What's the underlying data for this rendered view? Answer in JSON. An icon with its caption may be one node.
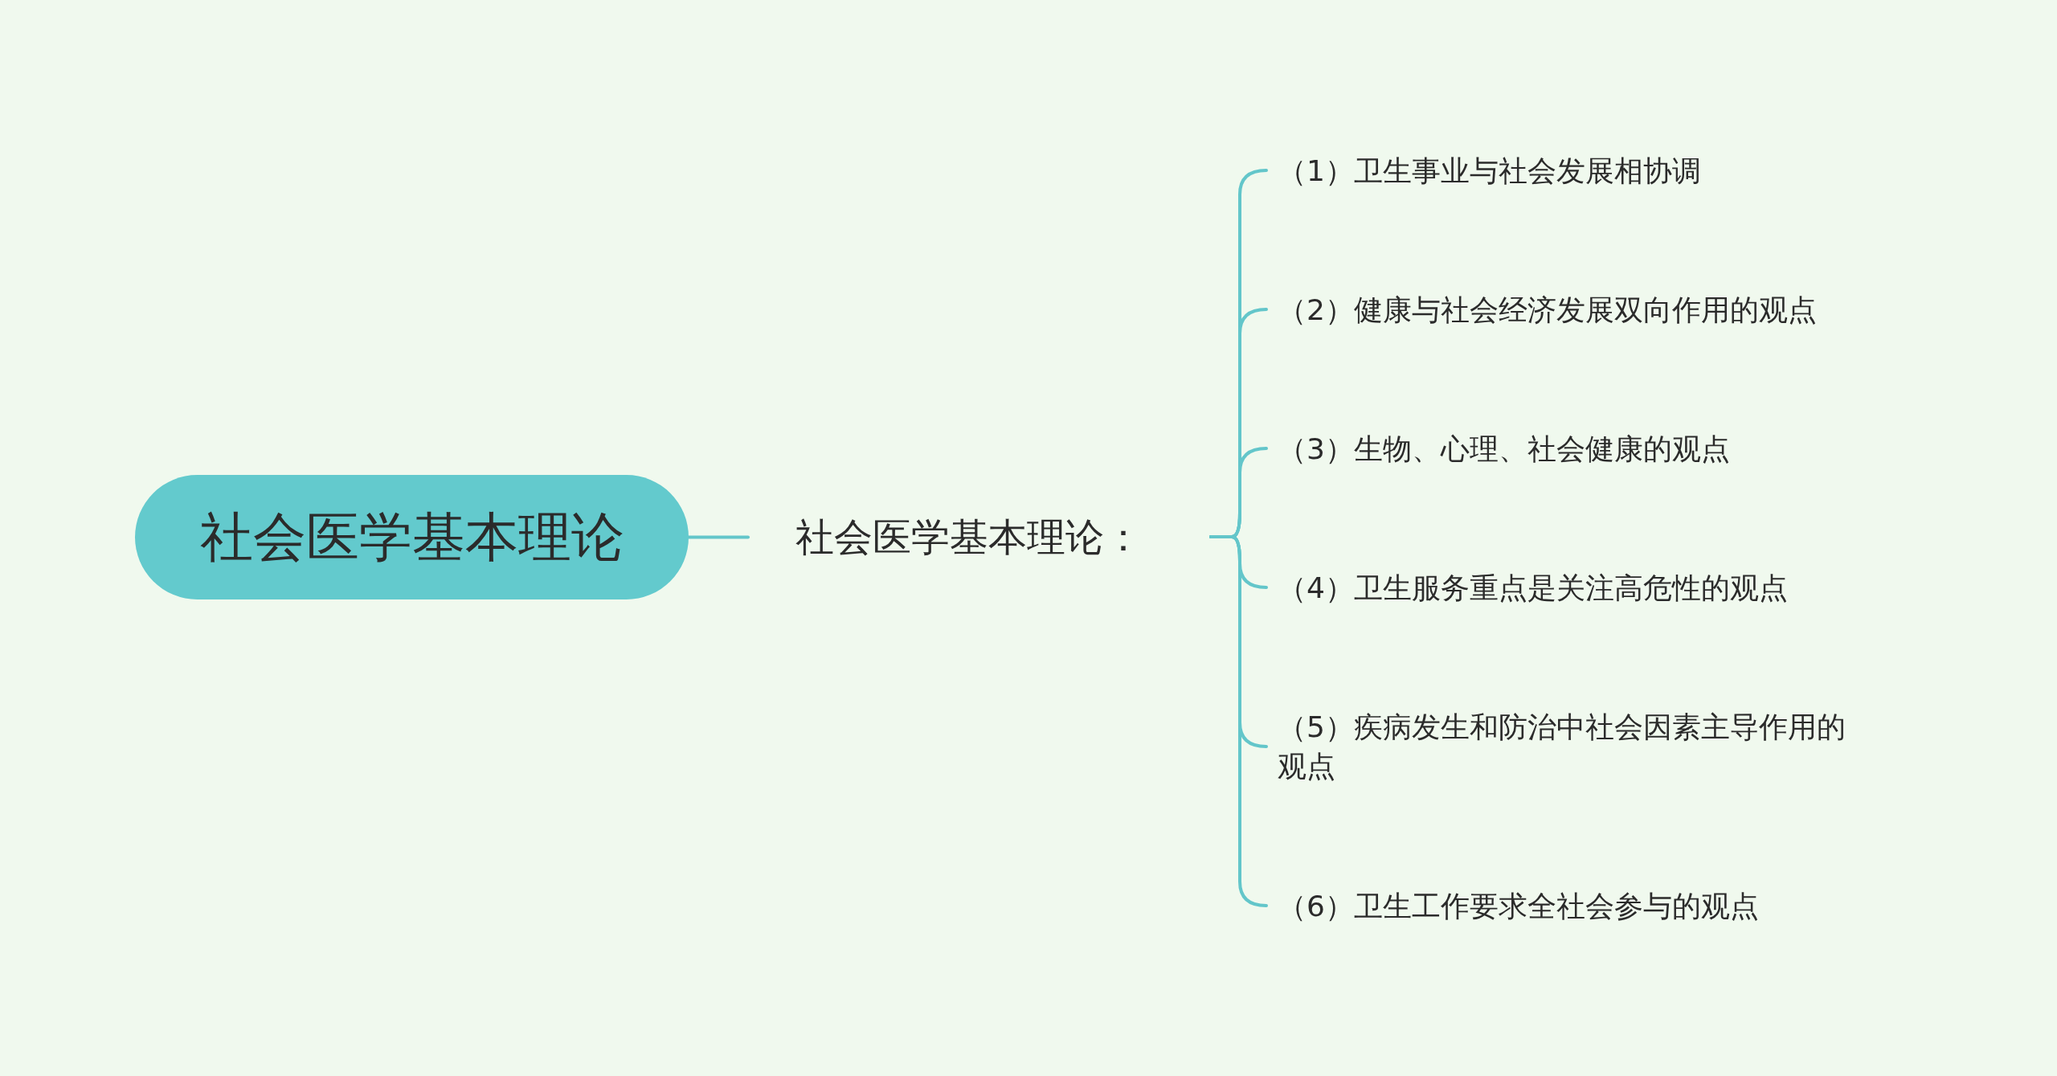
{
  "diagram": {
    "nodes": [
      {
        "text": [
          "社会医学基本理论"
        ]
      },
      {
        "text": [
          "社会医学基本理论："
        ]
      },
      {
        "text": [
          "（1）卫生事业与社会发展相协调"
        ]
      },
      {
        "text": [
          "（2）健康与社会经济发展双向作用的观点"
        ]
      },
      {
        "text": [
          "（3）生物、心理、社会健康的观点"
        ]
      },
      {
        "text": [
          "（4）卫生服务重点是关注高危性的观点"
        ]
      },
      {
        "text": [
          "（5）疾病发生和防治中社会因素主导作用的观点"
        ]
      },
      {
        "text": [
          "（6）卫生工作要求全社会参与的观点"
        ]
      }
    ],
    "edges": [
      {
        "from": 0,
        "to": 1,
        "arrow": "none"
      },
      {
        "from": 1,
        "to": 2,
        "arrow": "none"
      },
      {
        "from": 1,
        "to": 3,
        "arrow": "none"
      },
      {
        "from": 1,
        "to": 4,
        "arrow": "none"
      },
      {
        "from": 1,
        "to": 5,
        "arrow": "none"
      },
      {
        "from": 1,
        "to": 6,
        "arrow": "none"
      },
      {
        "from": 1,
        "to": 7,
        "arrow": "none"
      }
    ]
  }
}
